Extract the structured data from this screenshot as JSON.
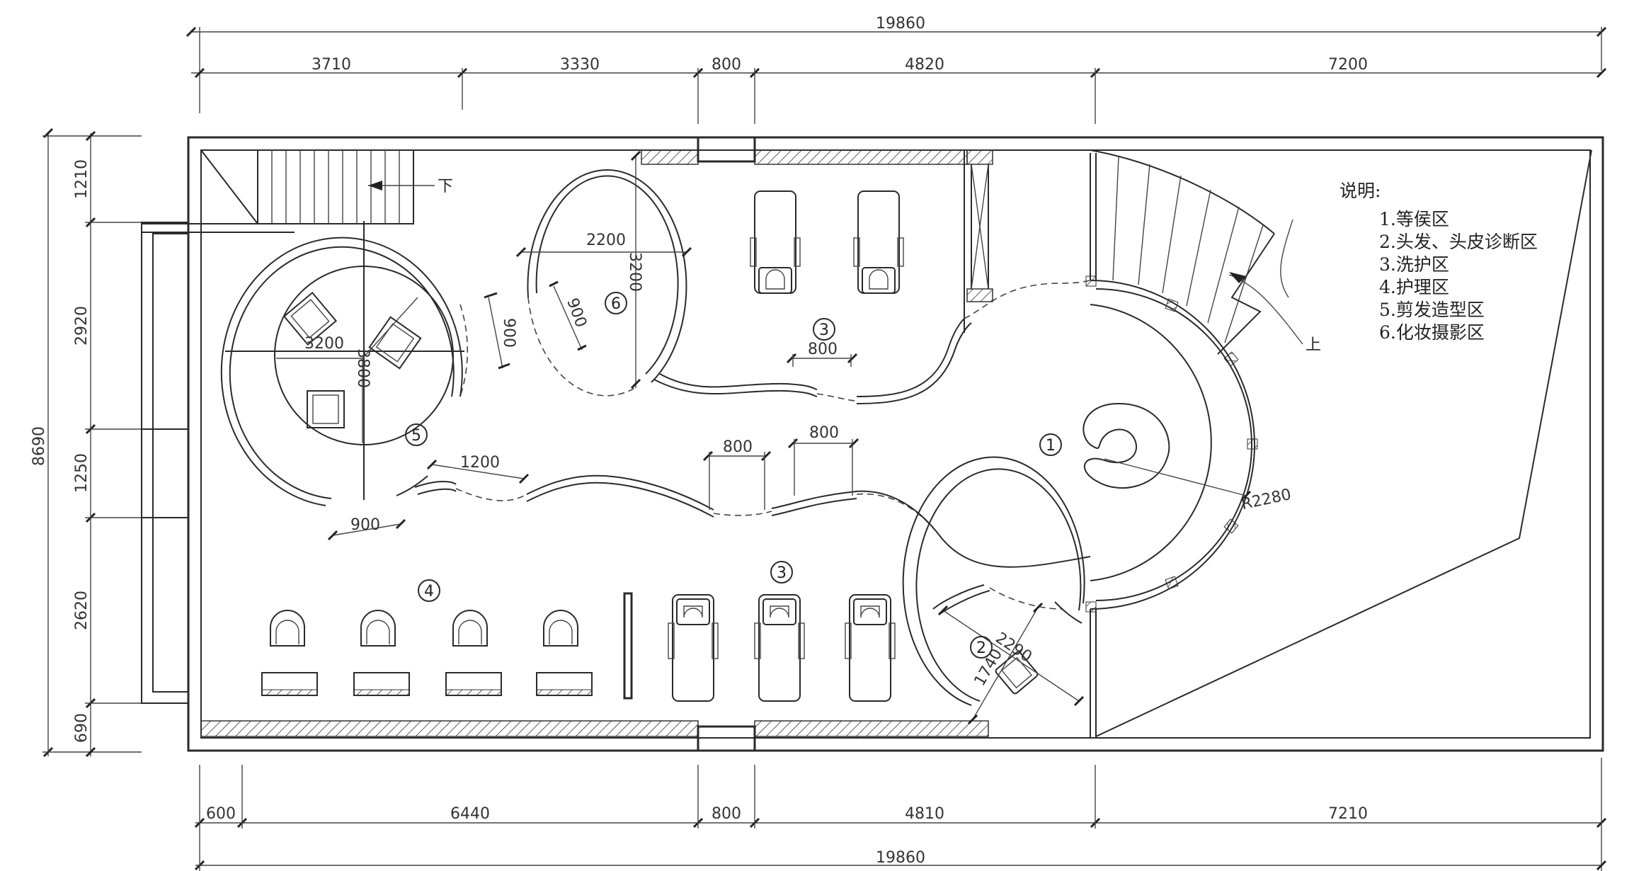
{
  "dimensions": {
    "top_total": "19860",
    "top_segments": [
      "3710",
      "3330",
      "800",
      "4820",
      "7200"
    ],
    "bottom_total": "19860",
    "bottom_segments": [
      "600",
      "6440",
      "800",
      "4810",
      "7210"
    ],
    "left_total": "8690",
    "left_segments": [
      "1210",
      "2920",
      "1250",
      "2620",
      "690"
    ]
  },
  "plan_labels": {
    "stair_down": "下",
    "stair_up": "上",
    "room5_width": "3200",
    "room5_depth": "3800",
    "room5_gap": "900",
    "room5_door": "900",
    "passage_1200": "1200",
    "room6_width": "2200",
    "room6_height": "3200",
    "room6_door": "900",
    "wash_door_upper": "800",
    "corridor_door_a": "800",
    "corridor_door_b": "800",
    "reception_radius": "R2280",
    "room2_dim_a": "2290",
    "room2_dim_b": "1740"
  },
  "zone_markers": [
    "1",
    "2",
    "3",
    "3",
    "4",
    "5",
    "6"
  ],
  "legend": {
    "title": "说明:",
    "items": [
      "1.等侯区",
      "2.头发、头皮诊断区",
      "3.洗护区",
      "4.护理区",
      "5.剪发造型区",
      "6.化妆摄影区"
    ]
  }
}
